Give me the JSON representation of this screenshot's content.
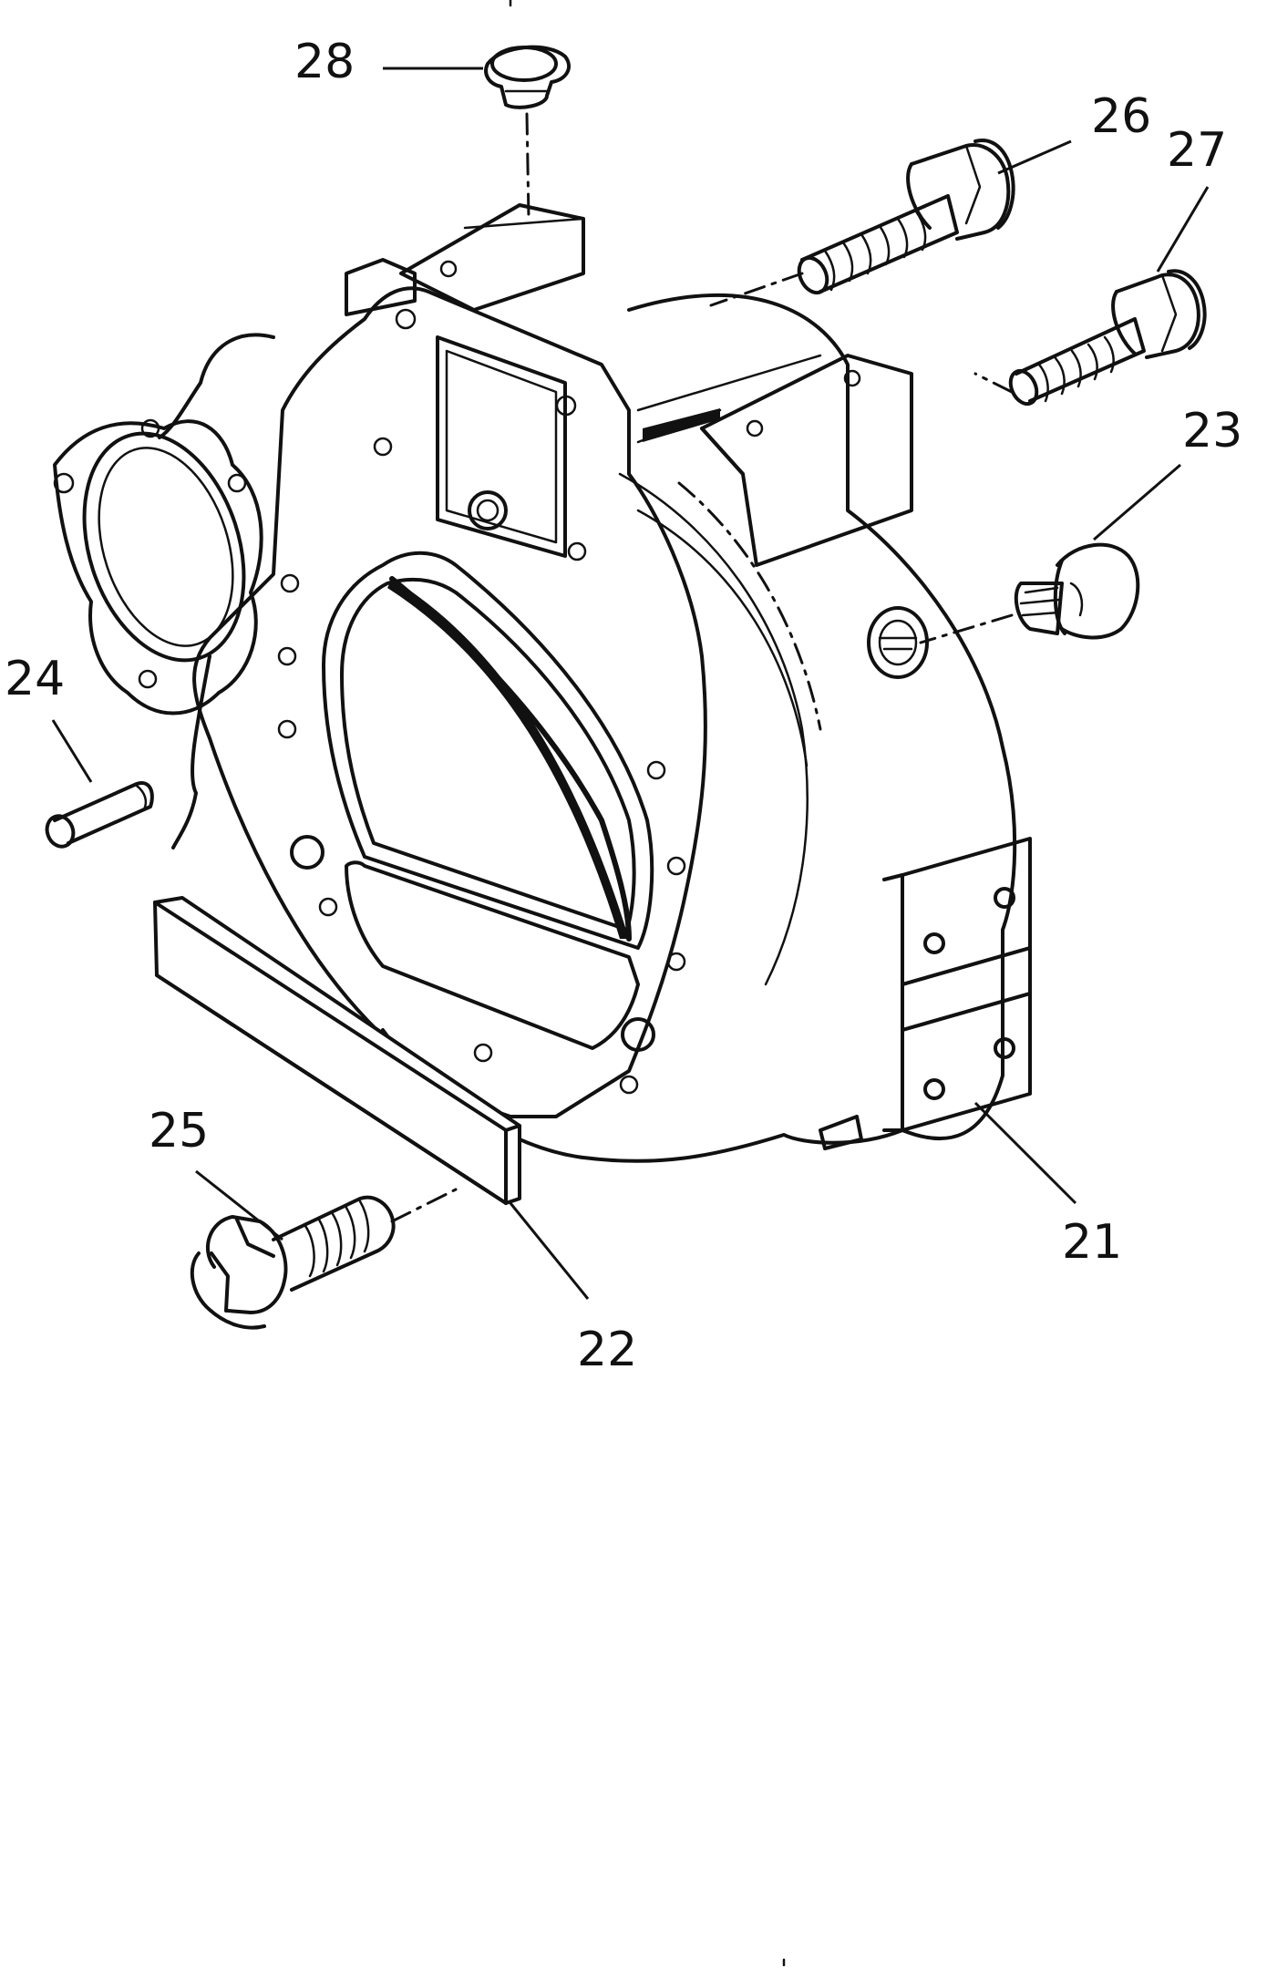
{
  "diagram": {
    "type": "exploded-parts-view",
    "part_callouts": [
      {
        "id": "part-21",
        "label": "21"
      },
      {
        "id": "part-22",
        "label": "22"
      },
      {
        "id": "part-23",
        "label": "23"
      },
      {
        "id": "part-24",
        "label": "24"
      },
      {
        "id": "part-25",
        "label": "25"
      },
      {
        "id": "part-26",
        "label": "26"
      },
      {
        "id": "part-27",
        "label": "27"
      },
      {
        "id": "part-28",
        "label": "28"
      }
    ]
  },
  "colors": {
    "line": "#111111",
    "background": "#ffffff"
  }
}
